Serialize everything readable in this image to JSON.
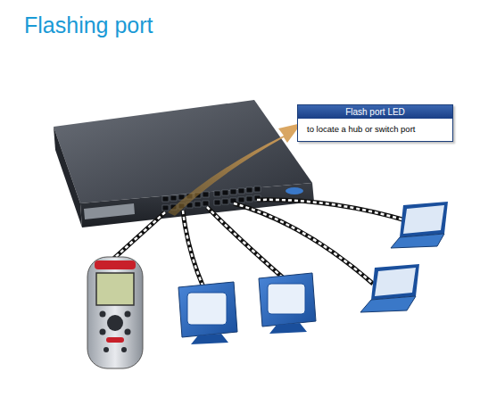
{
  "diagram": {
    "title": "Flashing port",
    "nodes": [
      {
        "text": [
          "Flash port LED",
          "to locate a hub or switch port"
        ]
      }
    ]
  }
}
